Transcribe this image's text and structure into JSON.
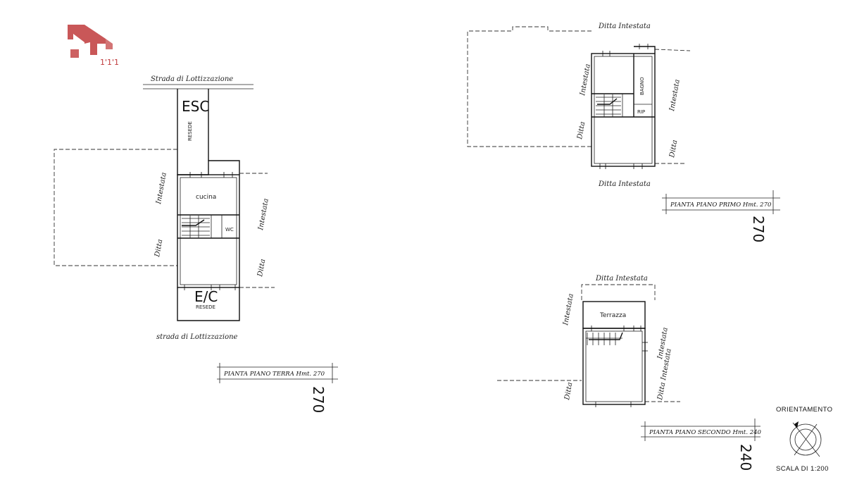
{
  "logo": {
    "caption": "1'1'1"
  },
  "ground_floor": {
    "street_top": "Strada di Lottizzazione",
    "street_bottom": "strada di Lottizzazione",
    "esc_top": "ESC",
    "resede_top": "RESEDE",
    "cucina": "cucina",
    "wc": "WC",
    "esc_bottom": "E/C",
    "resede_bottom": "RESEDE",
    "ditta_intestata_left": "Intestata",
    "ditta_left": "Ditta",
    "ditta_intestata_right": "Intestata",
    "ditta_right": "Ditta",
    "plan_title": "PIANTA PIANO TERRA Hmt. 270",
    "height_label": "270"
  },
  "first_floor": {
    "ditta_top": "Ditta Intestata",
    "ditta_bottom": "Ditta Intestata",
    "intestata_left": "Intestata",
    "ditta_left": "Ditta",
    "intestata_right": "Intestata",
    "ditta_right": "Ditta",
    "bagno": "BAGNO",
    "rip": "RIP",
    "plan_title": "PIANTA PIANO PRIMO Hmt. 270",
    "height_label": "270"
  },
  "second_floor": {
    "ditta_top": "Ditta Intestata",
    "intestata_left": "Intestata",
    "terrazza": "Terrazza",
    "intestata_right": "Intestata",
    "ditta_left": "Ditta",
    "ditta_right": "Ditta Intestata",
    "plan_title": "PIANTA PIANO SECONDO Hmt. 240",
    "height_label": "240"
  },
  "orientation": {
    "title": "ORIENTAMENTO",
    "scale": "SCALA DI 1:200"
  },
  "colors": {
    "logo": "#c0393b",
    "ink": "#111111"
  }
}
